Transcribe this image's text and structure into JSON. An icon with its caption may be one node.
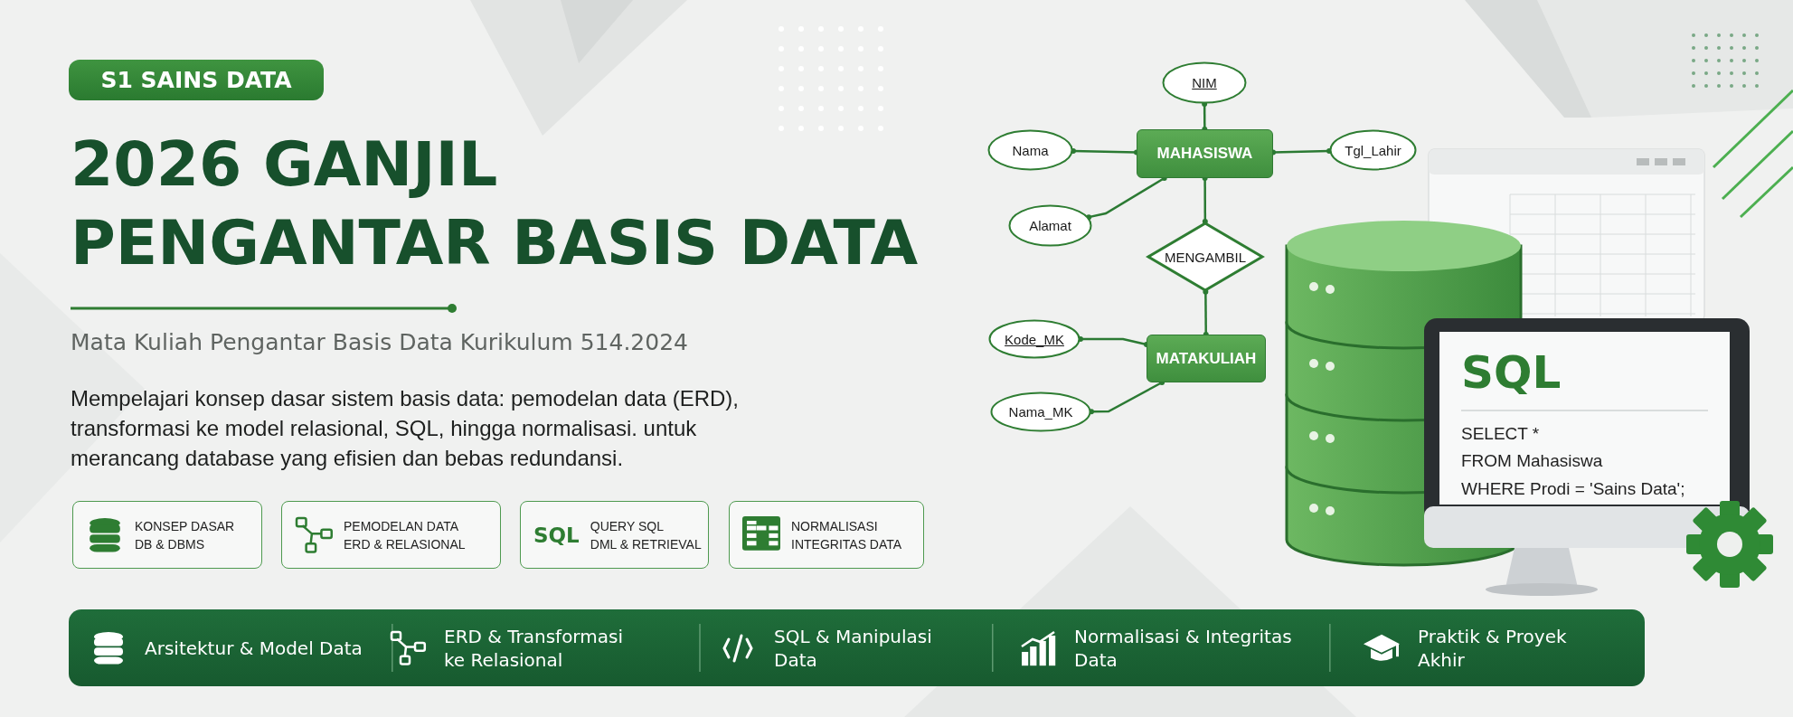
{
  "diagram": {
    "title": "2026 GANJIL PENGANTAR BASIS DATA",
    "nodes": [
      {
        "text": [
          "S1 SAINS DATA"
        ]
      },
      {
        "text": [
          "NIM"
        ]
      },
      {
        "text": [
          "Nama"
        ]
      },
      {
        "text": [
          "MAHASISWA"
        ]
      },
      {
        "text": [
          "Tgl_Lahir"
        ]
      },
      {
        "text": [
          "Alamat"
        ]
      },
      {
        "text": [
          "MENGAMBIL"
        ]
      },
      {
        "text": [
          "Kode_MK"
        ]
      },
      {
        "text": [
          "MATAKULIAH"
        ]
      },
      {
        "text": [
          "Nama_MK"
        ]
      },
      {
        "text": [
          "KONSEP DASAR",
          "DB & DBMS"
        ]
      },
      {
        "text": [
          "PEMODELAN DATA",
          "ERD & RELASIONAL"
        ]
      },
      {
        "text": [
          "SQL",
          "QUERY SQL",
          "DML & RETRIEVAL"
        ]
      },
      {
        "text": [
          "NORMALISASI",
          "INTEGRITAS DATA"
        ]
      },
      {
        "text": [
          "SQL",
          "SELECT *",
          "FROM Mahasiswa",
          "WHERE Prodi = 'Sains Data';"
        ]
      },
      {
        "text": [
          "Arsitektur & Model Data",
          "ERD & Transformasi ke Relasional",
          "SQL & Manipulasi Data",
          "Normalisasi & Integritas Data",
          "Praktik & Proyek Akhir"
        ]
      }
    ],
    "edges": [
      {
        "from": 1,
        "to": 3,
        "arrow": "other"
      },
      {
        "from": 2,
        "to": 3,
        "arrow": "other"
      },
      {
        "from": 3,
        "to": 4,
        "arrow": "other"
      },
      {
        "from": 5,
        "to": 3,
        "arrow": "other"
      },
      {
        "from": 3,
        "to": 6,
        "arrow": "other"
      },
      {
        "from": 6,
        "to": 8,
        "arrow": "other"
      },
      {
        "from": 7,
        "to": 8,
        "arrow": "other"
      },
      {
        "from": 9,
        "to": 8,
        "arrow": "other"
      }
    ],
    "labels": [
      "Mata Kuliah Pengantar Basis Data Kurikulum 514.2024",
      "Mempelajari konsep dasar sistem basis data: pemodelan data (ERD), transformasi ke model relasional, SQL, hingga normalisasi. untuk merancang database yang efisien dan bebas redundansi."
    ]
  }
}
